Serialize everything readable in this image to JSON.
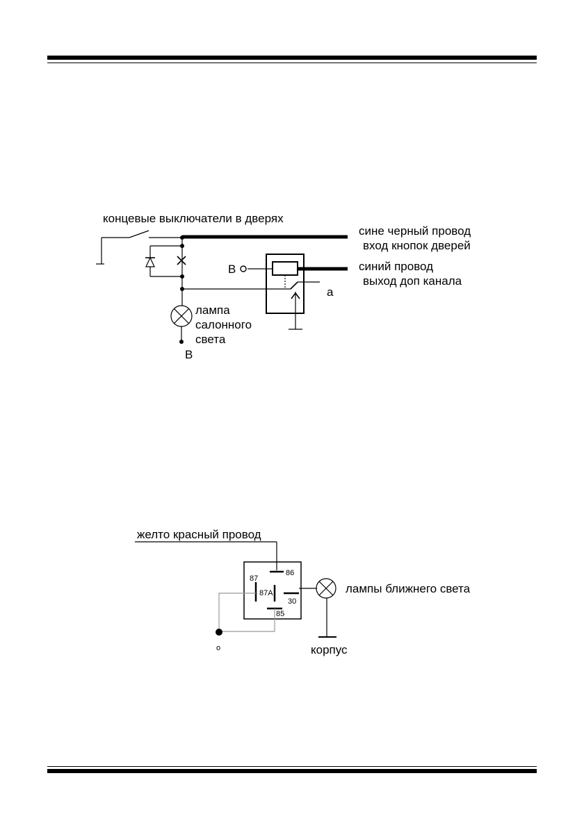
{
  "diagram1": {
    "door_switches_label": "концевые выключатели в дверях",
    "blue_black_wire_line1": "сине черный провод",
    "blue_black_wire_line2": "вход кнопок дверей",
    "blue_wire_line1": "синий провод",
    "blue_wire_line2": "выход доп  канала",
    "relay_coil_terminal": "B",
    "relay_contact_label": "a",
    "lamp_label_line1": "лампа",
    "lamp_label_line2": "салонного",
    "lamp_label_line3": "света",
    "lamp_bottom_terminal": "B"
  },
  "diagram2": {
    "yellow_red_wire_label": "желто красный провод",
    "pin_87": "87",
    "pin_86": "86",
    "pin_87a": "87A",
    "pin_30": "30",
    "pin_85": "85",
    "low_beam_lamps_label": "лампы ближнего света",
    "ground_label": "корпус",
    "ground_terminal_symbol": "o"
  }
}
